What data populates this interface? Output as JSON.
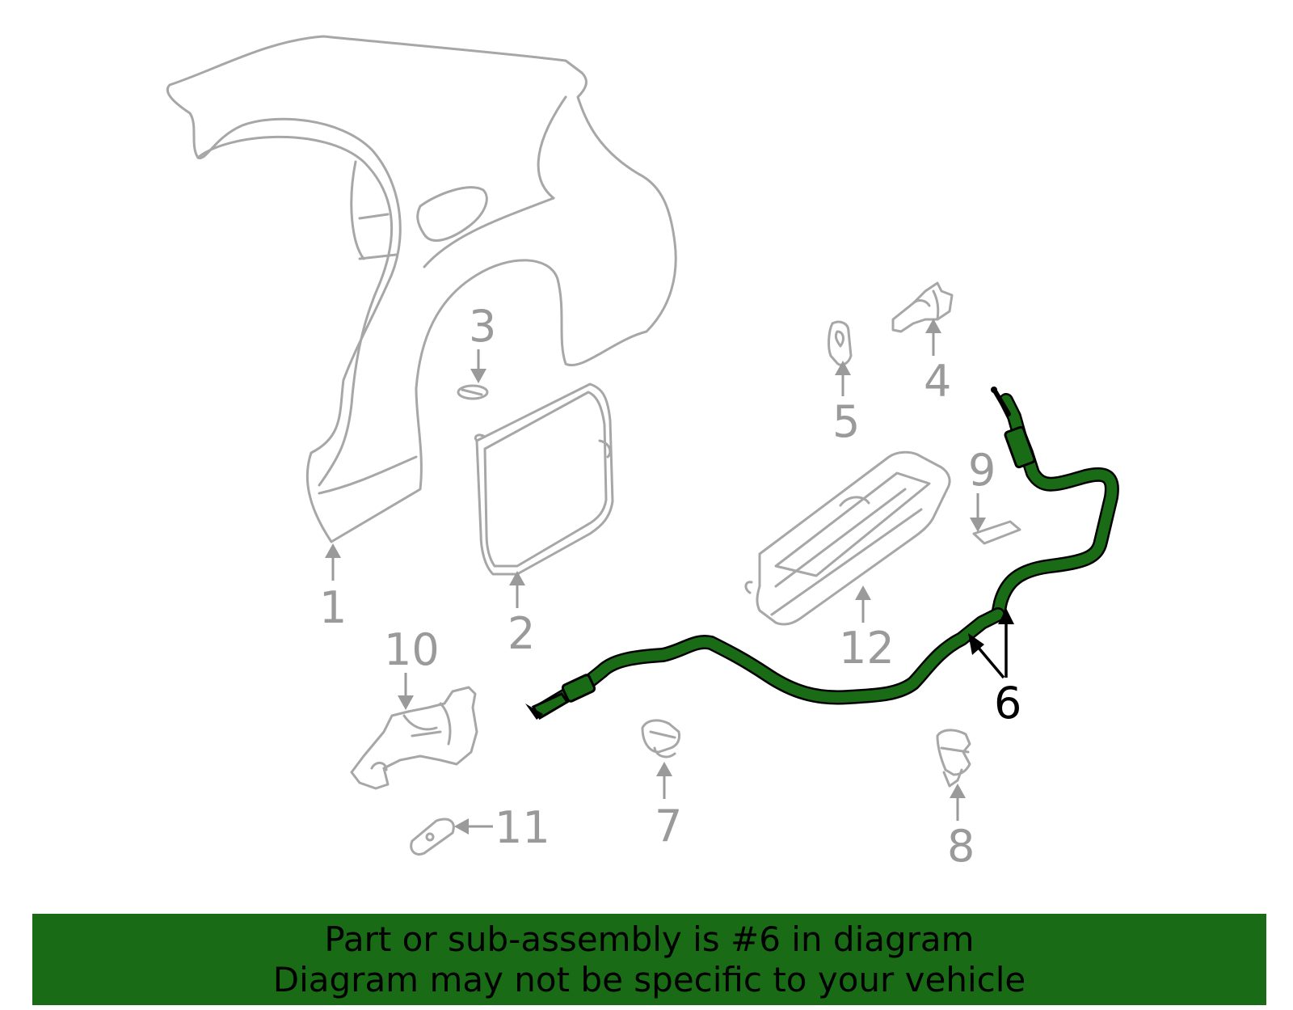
{
  "diagram": {
    "highlight_color": "#1a6b15",
    "outline_color": "#a7a7a7",
    "label_color": "#9a9a9a",
    "highlighted_part": "6",
    "part_labels": [
      "1",
      "2",
      "3",
      "4",
      "5",
      "6",
      "7",
      "8",
      "9",
      "10",
      "11",
      "12"
    ]
  },
  "banner": {
    "line1": "Part or sub-assembly is #6 in diagram",
    "line2": "Diagram may not be specific to your vehicle",
    "background": "#1a6b15"
  }
}
